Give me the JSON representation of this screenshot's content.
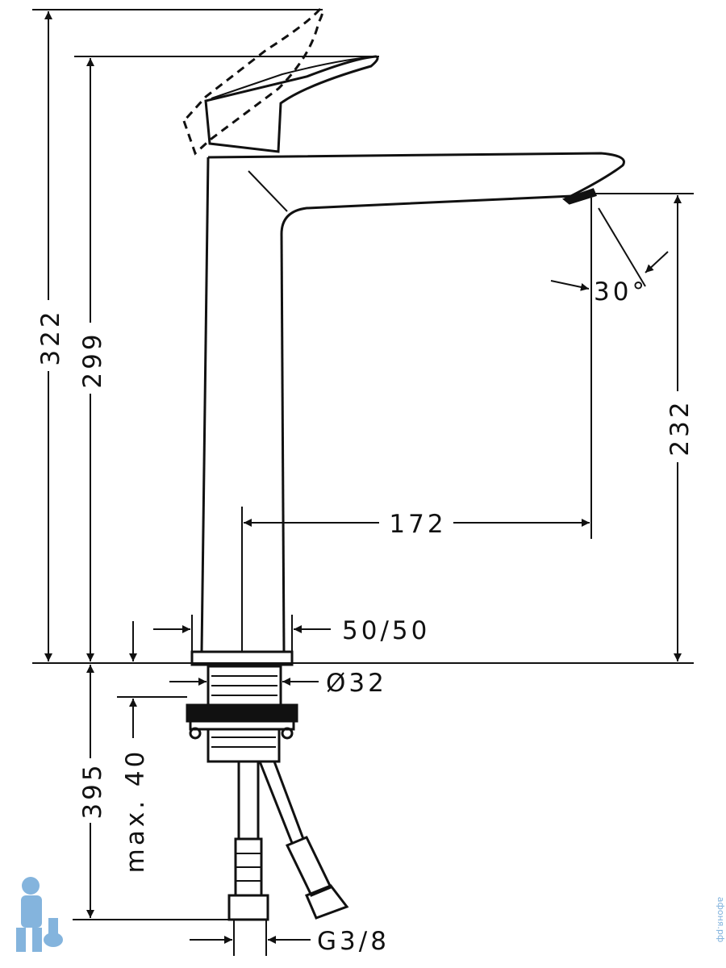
{
  "drawing": {
    "dimensions": {
      "total_height": "322",
      "body_height": "299",
      "spout_height": "232",
      "spout_reach": "172",
      "spray_angle": "30°",
      "base_diameter": "50/50",
      "shank_diameter": "Ø32",
      "shank_length": "395",
      "max_thickness": "max. 40",
      "connection_thread": "G3/8"
    },
    "watermark": {
      "brand_text": "афоня.рф"
    }
  },
  "colors": {
    "line": "#111111",
    "background": "#ffffff",
    "logo_blue": "#6fa8d8"
  }
}
